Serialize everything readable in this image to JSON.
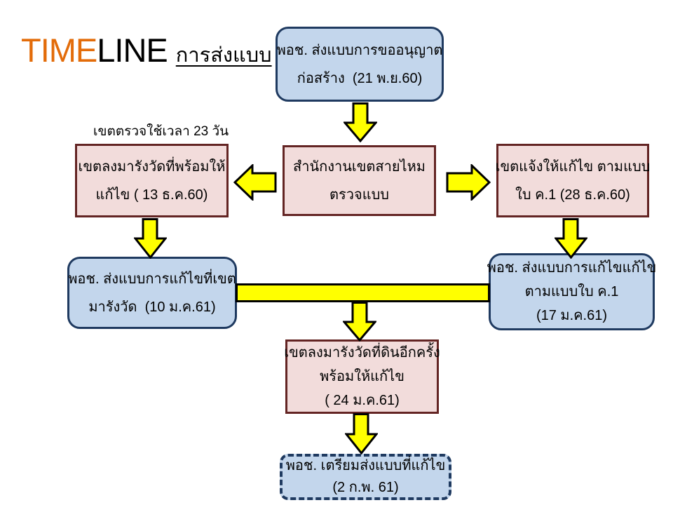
{
  "title": {
    "part1": "TIME",
    "part2": "LINE",
    "subtitle": "การส่งแบบ"
  },
  "note": "เขตตรวจใช้เวลา 23 วัน",
  "colors": {
    "title_accent": "#e36c0a",
    "blue_fill": "#c3d6ec",
    "blue_border": "#1f3a60",
    "pink_fill": "#f2dcdb",
    "pink_border": "#632423",
    "arrow_fill": "#ffff00",
    "arrow_outline": "#000000"
  },
  "boxes": {
    "submit_request": {
      "lines": [
        "พอช. ส่งแบบการขออนุญาต",
        "ก่อสร้าง  (21 พ.ย.60)"
      ]
    },
    "district_survey": {
      "lines": [
        "เขตลงมารังวัดที่พร้อมให้",
        "แก้ไข ( 13 ธ.ค.60)"
      ]
    },
    "district_office": {
      "lines": [
        "สำนักงานเขตสายไหม",
        "ตรวจแบบ"
      ]
    },
    "district_notify": {
      "lines": [
        "เขตแจ้งให้แก้ไข ตามแบบ",
        "ใบ ค.1 (28 ธ.ค.60)"
      ]
    },
    "resubmit_survey": {
      "lines": [
        "พอช. ส่งแบบการแก้ไขที่เขต",
        "มารังวัด  (10 ม.ค.61)"
      ]
    },
    "resubmit_form": {
      "lines": [
        "พอช. ส่งแบบการแก้ไขแก้ไข",
        "ตามแบบใบ ค.1",
        "(17 ม.ค.61)"
      ]
    },
    "survey_again": {
      "lines": [
        "เขตลงมารังวัดที่ดินอีกครั้ง",
        "พร้อมให้แก้ไข",
        "( 24 ม.ค.61)"
      ]
    },
    "prepare_final": {
      "lines": [
        "พอช. เตรียมส่งแบบที่แก้ไข",
        "(2 ก.พ. 61)"
      ]
    }
  }
}
